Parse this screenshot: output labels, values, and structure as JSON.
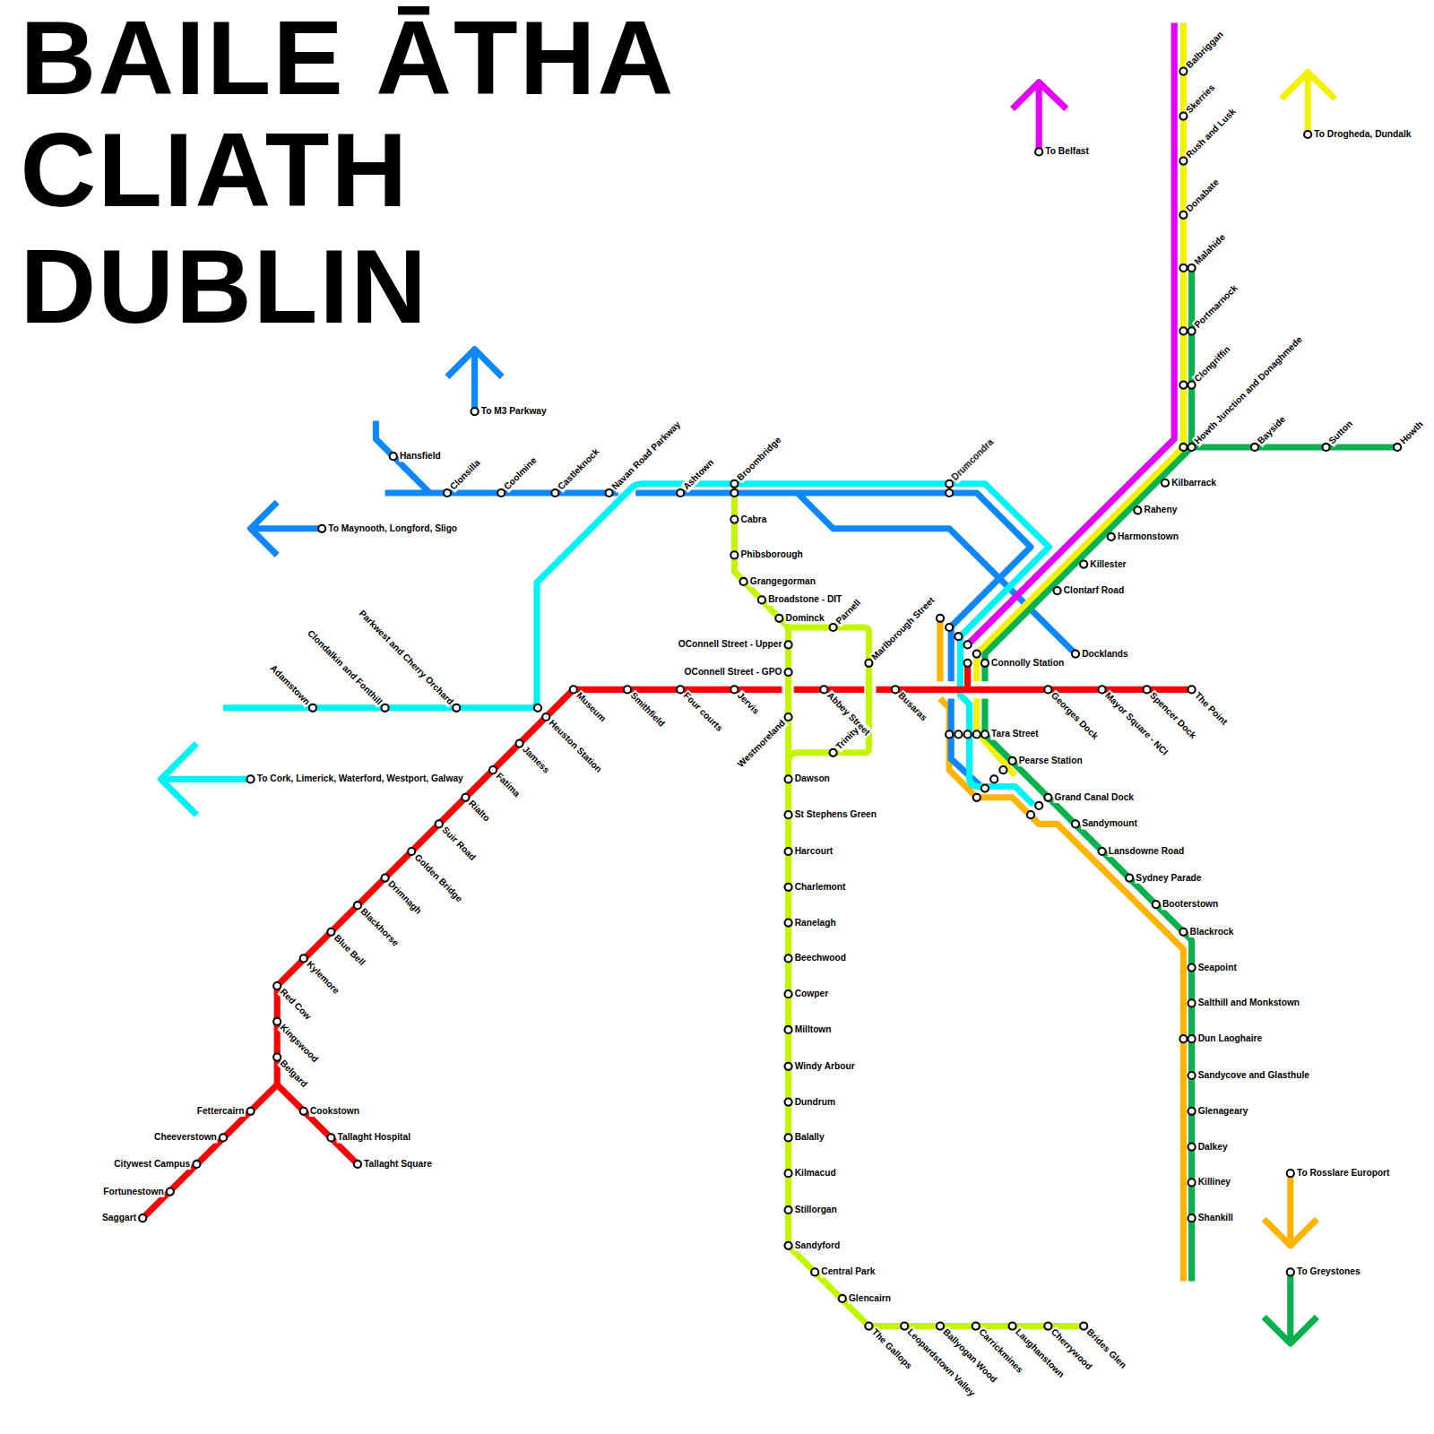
{
  "diagram": {
    "title": "BAILE ĀTHA CLIATH",
    "labels": [
      "DUBLIN",
      "To Belfast",
      "To Drogheda, Dundalk",
      "To M3 Parkway",
      "To Maynooth, Longford, Sligo",
      "To Cork, Limerick, Waterford, Westport, Galway",
      "To Rosslare Europort",
      "To Greystones",
      "Hansfield",
      "Clonsilla",
      "Coolmine",
      "Castleknock",
      "Navan Road Parkway",
      "Ashtown",
      "Broombridge",
      "Drumcondra",
      "Cabra",
      "Phibsborough",
      "Grangegorman",
      "Broadstone - DIT",
      "Dominck",
      "Parnell",
      "Marlborough Street",
      "OConnell Street - Upper",
      "OConnell Street - GPO",
      "Abbey Street",
      "Westmoreland",
      "Trinity",
      "Dawson",
      "St Stephens Green",
      "Harcourt",
      "Charlemont",
      "Ranelagh",
      "Beechwood",
      "Cowper",
      "Milltown",
      "Windy Arbour",
      "Dundrum",
      "Balally",
      "Kilmacud",
      "Stillorgan",
      "Sandyford",
      "Central Park",
      "Glencairn",
      "The Gallops",
      "Leopardstown Valley",
      "Ballyogan Wood",
      "Carrickmines",
      "Laughanstown",
      "Cherrywood",
      "Brides Glen",
      "Adamstown",
      "Clondalkin and Fonthill",
      "Parkwest and Cherry Orchard",
      "Museum",
      "Smithfield",
      "Four courts",
      "Jervis",
      "Busaras",
      "Georges Dock",
      "Mayor Square - NCI",
      "Spencer Dock",
      "The Point",
      "Heuston Station",
      "Jamess",
      "Fatima",
      "Rialto",
      "Suir Road",
      "Golden Bridge",
      "Drimnagh",
      "Blackhorse",
      "Blue Bell",
      "Kylemore",
      "Red Cow",
      "Kingswood",
      "Belgard",
      "Cookstown",
      "Tallaght Hospital",
      "Tallaght Square",
      "Fettercairn",
      "Cheeverstown",
      "Citywest Campus",
      "Fortunestown",
      "Saggart",
      "Balbriggan",
      "Skerries",
      "Rush and Lusk",
      "Donabate",
      "Malahide",
      "Portmarnock",
      "Clongriffin",
      "Howth Junction and Donaghmede",
      "Bayside",
      "Sutton",
      "Howth",
      "Kilbarrack",
      "Raheny",
      "Harmonstown",
      "Killester",
      "Clontarf Road",
      "Docklands",
      "Connolly Station",
      "Tara Street",
      "Pearse Station",
      "Grand Canal Dock",
      "Sandymount",
      "Lansdowne Road",
      "Sydney Parade",
      "Booterstown",
      "Blackrock",
      "Seapoint",
      "Salthill and Monkstown",
      "Dun Laoghaire",
      "Sandycove and Glasthule",
      "Glenageary",
      "Dalkey",
      "Killiney",
      "Shankill"
    ]
  }
}
